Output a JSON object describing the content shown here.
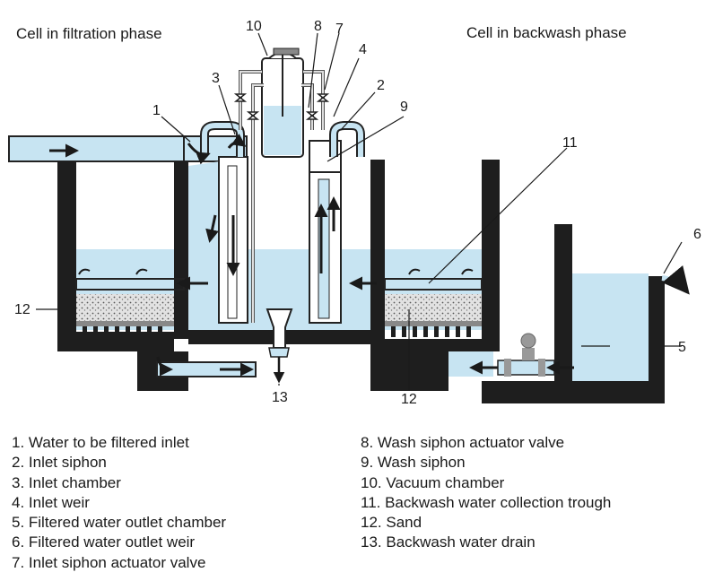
{
  "phases": {
    "filtration": "Cell in filtration phase",
    "backwash": "Cell in backwash phase"
  },
  "callouts": [
    "1",
    "2",
    "3",
    "4",
    "5",
    "6",
    "7",
    "8",
    "9",
    "10",
    "11",
    "12",
    "12",
    "13"
  ],
  "legend_left": [
    "1. Water to be filtered inlet",
    "2. Inlet siphon",
    "3. Inlet chamber",
    "4. Inlet weir",
    "5. Filtered water outlet chamber",
    "6. Filtered water outlet weir",
    "7. Inlet siphon actuator valve"
  ],
  "legend_right": [
    "8. Wash siphon actuator valve",
    "9. Wash siphon",
    "10. Vacuum chamber",
    "11. Backwash water collection trough",
    "12. Sand",
    "13. Backwash water drain"
  ],
  "colors": {
    "water": "#c7e4f2",
    "wall": "#1e1e1e",
    "sand": "#d9d9d9",
    "outline": "#222222"
  }
}
